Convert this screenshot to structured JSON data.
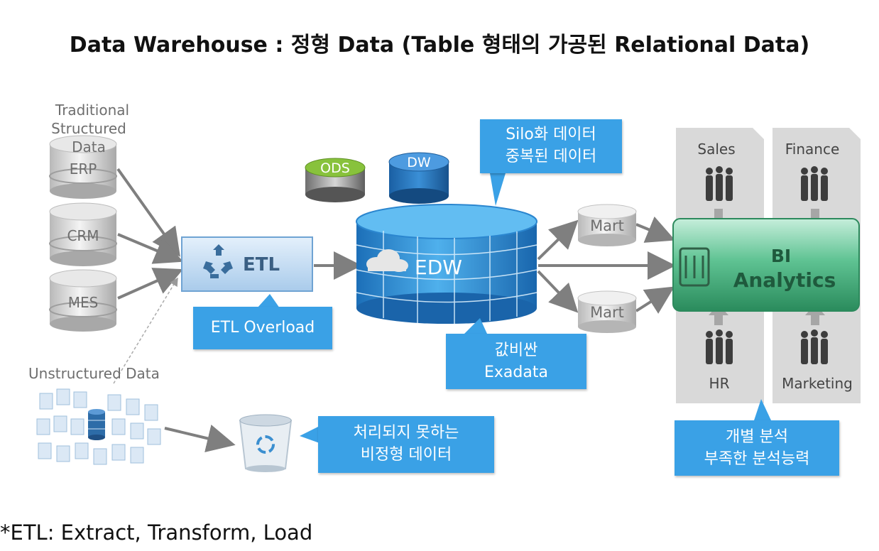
{
  "title": "Data Warehouse : 정형 Data (Table 형태의 가공된 Relational Data)",
  "sources": {
    "structured_label_line1": "Traditional",
    "structured_label_line2": "Structured Data",
    "erp": "ERP",
    "crm": "CRM",
    "mes": "MES",
    "unstructured_label": "Unstructured Data"
  },
  "etl": {
    "label": "ETL",
    "overload_callout": "ETL Overload"
  },
  "warehouse": {
    "ods": "ODS",
    "dw": "DW",
    "edw": "EDW",
    "silo_callout_line1": "Silo화 데이터",
    "silo_callout_line2": "중복된 데이터",
    "cost_callout_line1": "값비싼",
    "cost_callout_line2": "Exadata"
  },
  "marts": {
    "mart_top": "Mart",
    "mart_bottom": "Mart"
  },
  "bi": {
    "line1": "BI",
    "line2": "Analytics",
    "sales": "Sales",
    "finance": "Finance",
    "hr": "HR",
    "marketing": "Marketing",
    "callout_line1": "개별 분석",
    "callout_line2": "부족한 분석능력"
  },
  "trash_callout_line1": "처리되지 못하는",
  "trash_callout_line2": "비정형 데이터",
  "footnote": "*ETL: Extract, Transform, Load"
}
